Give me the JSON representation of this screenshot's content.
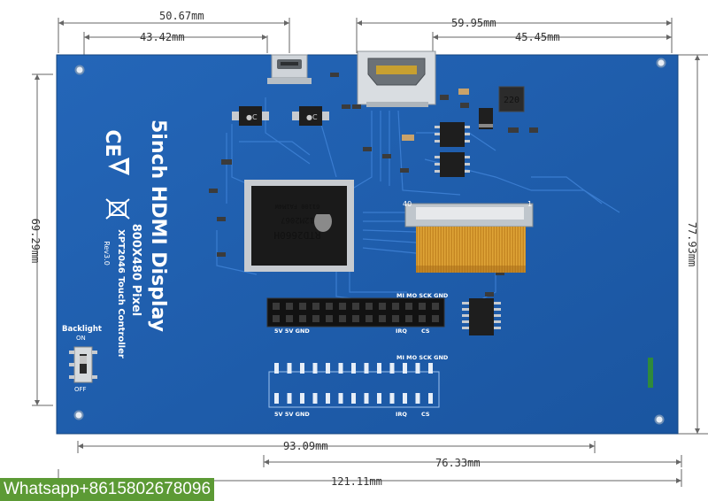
{
  "board": {
    "title": "5inch HDMI Display",
    "resolution": "800X480 Pixel",
    "controller": "XPT2046 Touch Controller",
    "revision": "Rev3.0",
    "switch_label": "Backlight",
    "switch_on": "ON",
    "switch_off": "OFF",
    "main_chip": [
      "RTD2660H",
      "12M2067",
      "61100 FA1M4W"
    ],
    "inductor_marking": "220",
    "fpc_left": "40",
    "fpc_right": "1",
    "header_top_labels": "MI MO SCK GND",
    "header_bottom_left": "5V  5V GND",
    "header_bottom_mid": "IRQ",
    "header_bottom_right": "CS"
  },
  "dimensions": {
    "top_outer": "50.67mm",
    "top_inner": "43.42mm",
    "top_right_outer": "59.95mm",
    "top_right_inner": "45.45mm",
    "left_vertical": "69.29mm",
    "right_vertical": "77.93mm",
    "bottom_inner": "93.09mm",
    "bottom_right": "76.33mm",
    "bottom_total": "121.11mm"
  },
  "watermark": "Whatsapp+8615802678096",
  "colors": {
    "pcb": "#1f5fb0",
    "trace": "#3b7cd0",
    "chip": "#1e1e1e",
    "gold": "#d99d2b"
  }
}
